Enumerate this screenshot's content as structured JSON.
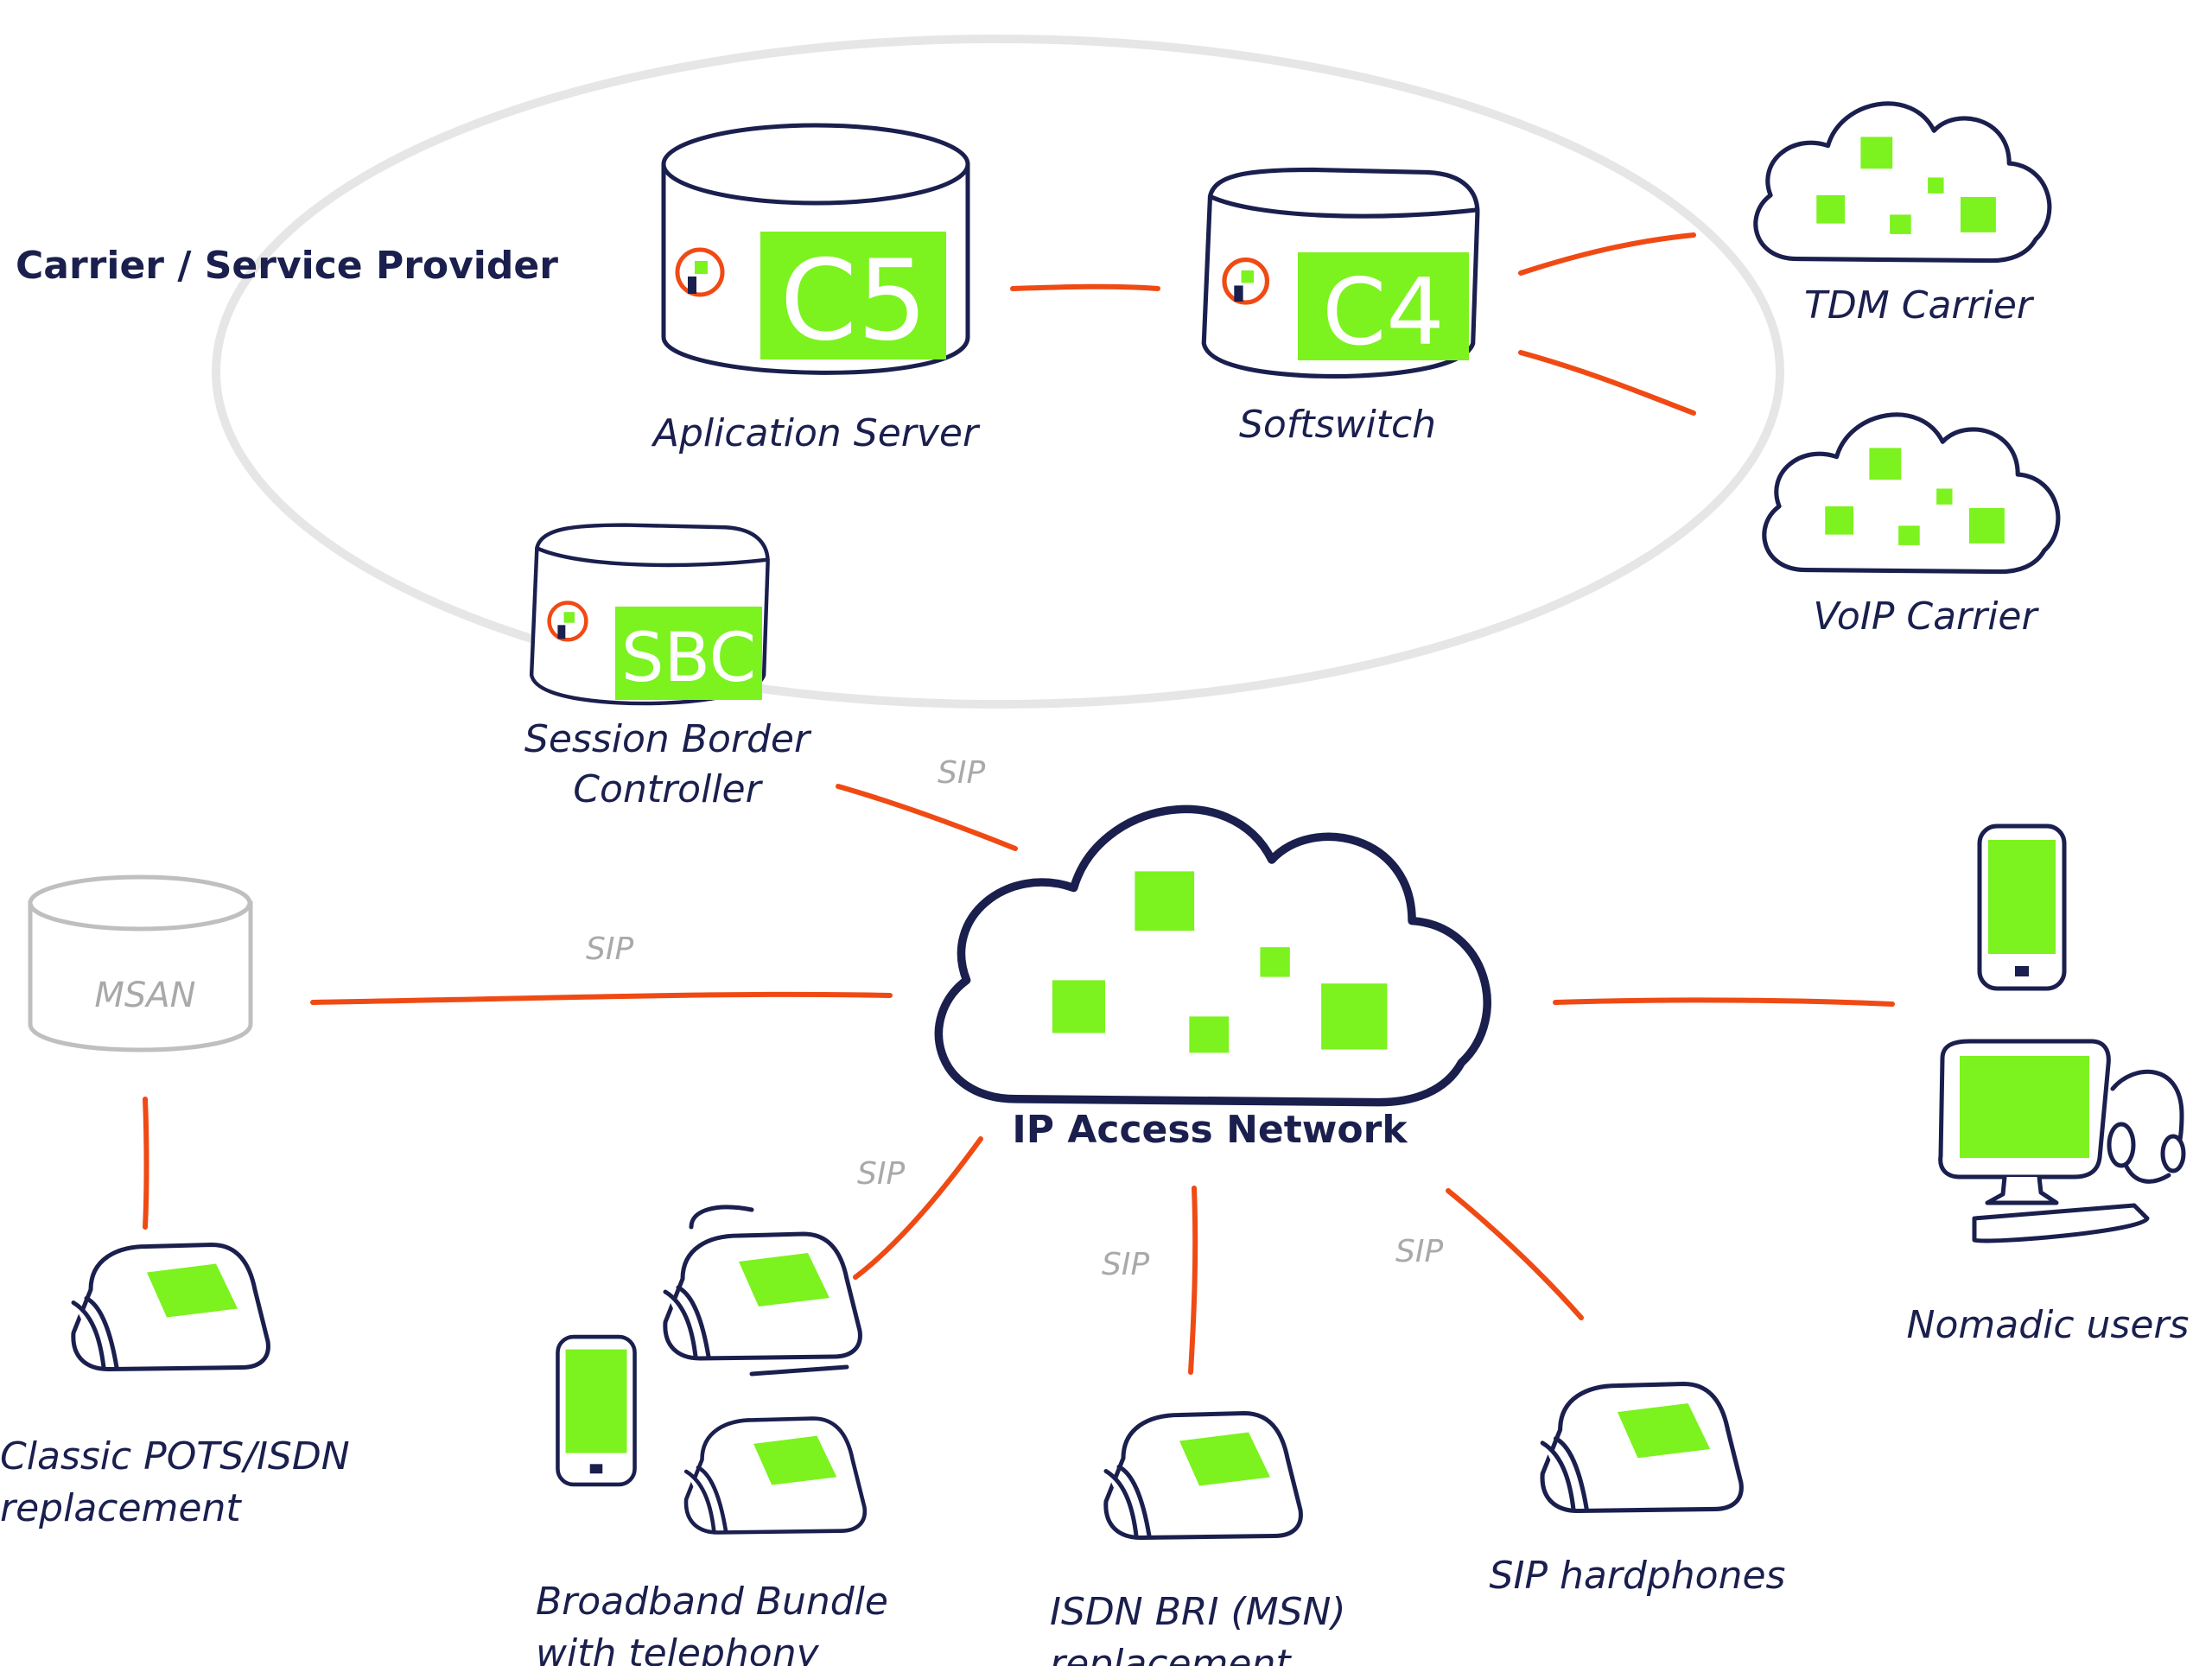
{
  "colors": {
    "accent": "#7cf21f",
    "connector": "#f04a14",
    "outline": "#1a1f4e",
    "ring": "#e6e6e6",
    "protocol_text": "#a9a9a9"
  },
  "zone": {
    "title": "Carrier / Service Provider"
  },
  "nodes": {
    "application_server": {
      "badge": "C5",
      "label": "Aplication Server",
      "icon": "server-cylinder-icon"
    },
    "softswitch": {
      "badge": "C4",
      "label": "Softswitch",
      "icon": "server-box-icon"
    },
    "sbc": {
      "badge": "SBC",
      "label_line1": "Session Border",
      "label_line2": "Controller",
      "icon": "server-box-icon"
    },
    "tdm_carrier": {
      "label": "TDM Carrier",
      "icon": "cloud-icon"
    },
    "voip_carrier": {
      "label": "VoIP Carrier",
      "icon": "cloud-icon"
    },
    "ip_access_network": {
      "label": "IP Access Network",
      "icon": "cloud-icon"
    },
    "msan": {
      "label": "MSAN",
      "icon": "msan-cylinder-icon"
    },
    "pots": {
      "label_line1": "Classic POTS/ISDN",
      "label_line2": "replacement",
      "icon": "desk-phone-icon"
    },
    "broadband": {
      "label_line1": "Broadband Bundle",
      "label_line2": "with telephony",
      "icon": "fax-phone-mobile-icon"
    },
    "isdn_bri": {
      "label_line1": "ISDN BRI (MSN)",
      "label_line2": "replacement",
      "icon": "desk-phone-icon"
    },
    "sip_hardphones": {
      "label": "SIP hardphones",
      "icon": "desk-phone-icon"
    },
    "nomadic": {
      "label": "Nomadic users",
      "icon": "computer-headset-mobile-icon"
    }
  },
  "protocols": {
    "sbc_link": "SIP",
    "msan_link": "SIP",
    "broadband_link": "SIP",
    "isdn_link": "SIP",
    "hardphone_link": "SIP"
  }
}
